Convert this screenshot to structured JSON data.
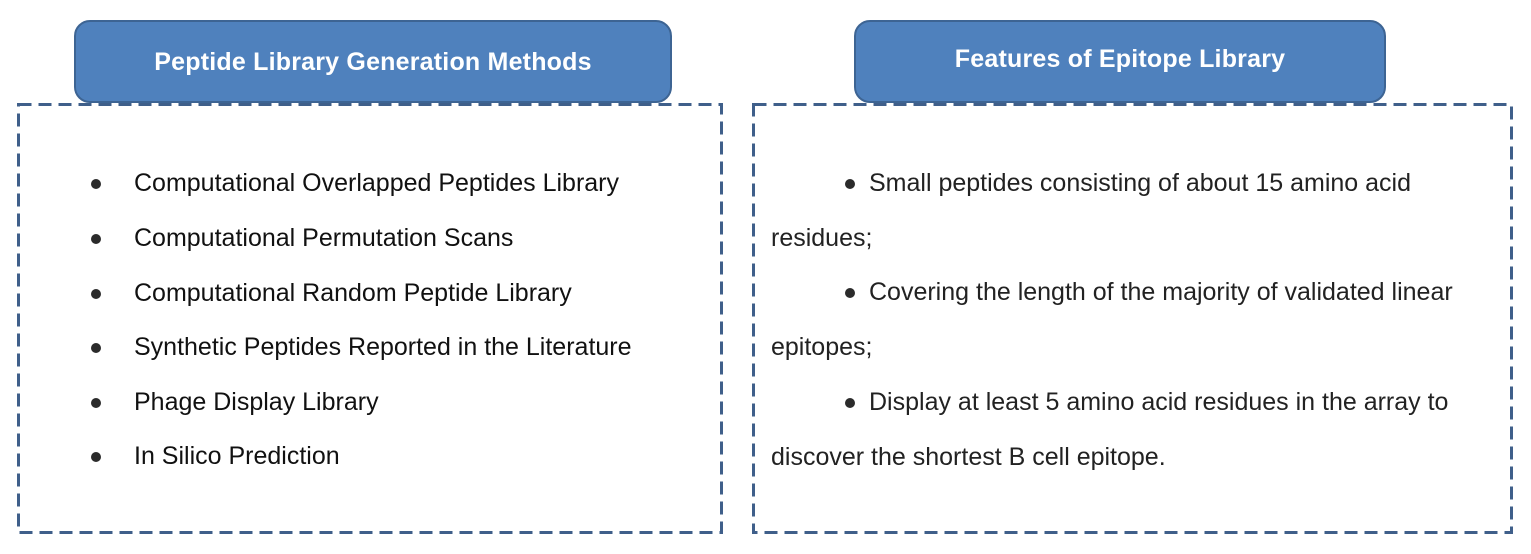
{
  "colors": {
    "header_fill": "#4f81bd",
    "header_border": "#3d6493",
    "header_text": "#ffffff",
    "dash_border": "#3f5f8a",
    "body_text": "#111111",
    "bullet": "#2b2b2b"
  },
  "left": {
    "title": "Peptide Library Generation Methods",
    "items": [
      "Computational Overlapped Peptides Library",
      "Computational Permutation Scans",
      "Computational Random Peptide Library",
      "Synthetic Peptides Reported in the Literature",
      "Phage Display Library",
      "In Silico Prediction"
    ]
  },
  "right": {
    "title": "Features of Epitope Library",
    "items": [
      {
        "line1": "Small peptides consisting of about 15 amino acid",
        "line2": "residues;"
      },
      {
        "line1": "Covering the length of the majority of validated linear",
        "line2": "epitopes;"
      },
      {
        "line1": "Display at least 5 amino acid residues in the array to",
        "line2": "discover the shortest B cell epitope."
      }
    ]
  }
}
